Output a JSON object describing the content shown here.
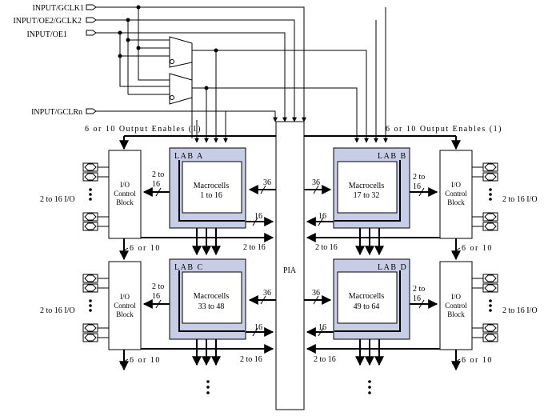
{
  "inputs": {
    "gclk1": "INPUT/GCLK1",
    "oe2_gclk2": "INPUT/OE2/GCLK2",
    "oe1": "INPUT/OE1",
    "gclrn": "INPUT/GCLRn"
  },
  "output_enables": {
    "left": "6 or 10 Output Enables (1)",
    "right": "6 or 10 Output Enables (1)"
  },
  "pia": {
    "label": "PIA"
  },
  "labs": [
    {
      "title": "LAB A",
      "macro_line1": "Macrocells",
      "macro_line2": "1 to 16"
    },
    {
      "title": "LAB B",
      "macro_line1": "Macrocells",
      "macro_line2": "17 to 32"
    },
    {
      "title": "LAB C",
      "macro_line1": "Macrocells",
      "macro_line2": "33 to 48"
    },
    {
      "title": "LAB D",
      "macro_line1": "Macrocells",
      "macro_line2": "49 to 64"
    }
  ],
  "io_block": {
    "line1": "I/O",
    "line2": "Control",
    "line3": "Block"
  },
  "bus": {
    "b36": "36",
    "b16": "16",
    "two_to_16": "2 to 16",
    "two_to": "2 to",
    "sixteen": "16",
    "six_or_ten": "6 or 10",
    "io_pins": "2 to 16 I/O"
  }
}
